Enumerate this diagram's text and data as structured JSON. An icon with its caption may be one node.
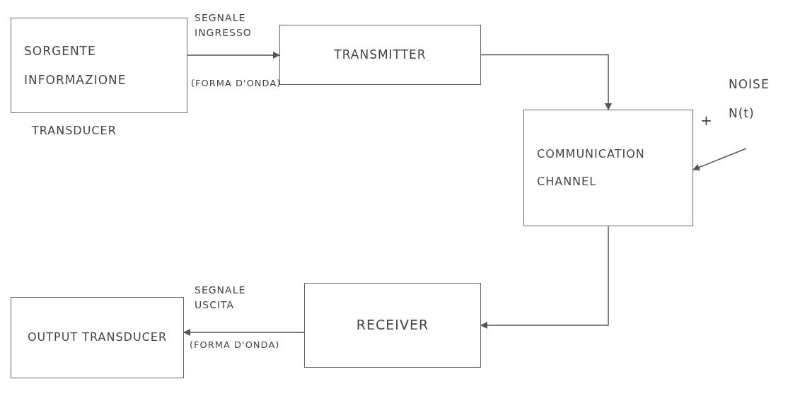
{
  "diagram": {
    "nodes": [
      {
        "text": [
          "SORGENTE INFORMAZIONE"
        ],
        "beside": [
          "TRANSDUCER"
        ]
      },
      {
        "text": [
          "TRANSMITTER"
        ]
      },
      {
        "text": [
          "COMMUNICATION CHANNEL"
        ],
        "beside": [
          "+"
        ]
      },
      {
        "text": [
          "NOISE N(t)"
        ]
      },
      {
        "text": [
          "RECEIVER"
        ]
      },
      {
        "text": [
          "OUTPUT TRANSDUCER"
        ]
      }
    ],
    "edges": [
      {
        "from": 0,
        "to": 1,
        "arrow": "to",
        "label": "SEGNALE INGRESSO"
      },
      {
        "from": 1,
        "to": 2,
        "arrow": "to"
      },
      {
        "from": 3,
        "to": 2,
        "arrow": "to"
      },
      {
        "from": 2,
        "to": 4,
        "arrow": "to"
      },
      {
        "from": 4,
        "to": 5,
        "arrow": "to",
        "label": "SEGNALE USCITA"
      }
    ],
    "labels": [
      "(FORMA D'ONDA)",
      "(FORMA D'ONDA)"
    ]
  }
}
